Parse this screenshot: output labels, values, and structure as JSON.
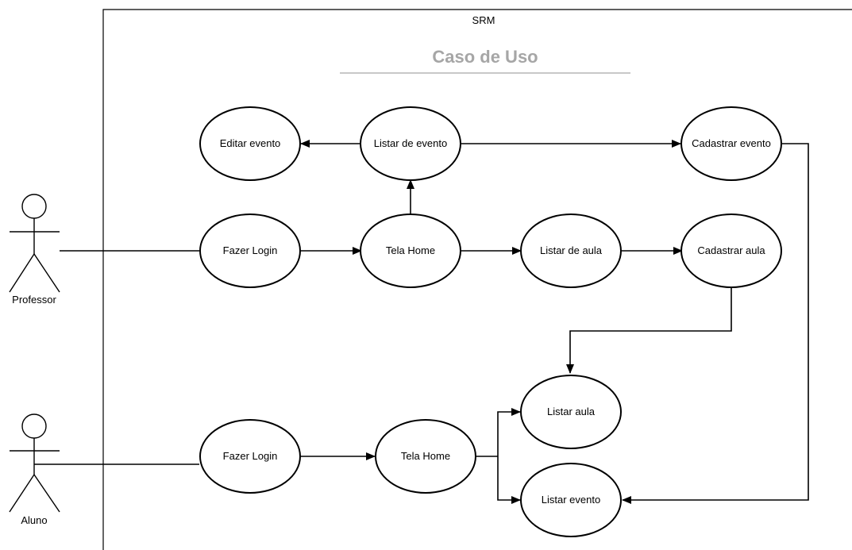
{
  "system": {
    "name": "SRM",
    "title": "Caso de Uso"
  },
  "actors": {
    "professor": "Professor",
    "aluno": "Aluno"
  },
  "use_cases": {
    "editar_evento": "Editar evento",
    "listar_de_evento": "Listar de evento",
    "cadastrar_evento": "Cadastrar evento",
    "fazer_login_prof": "Fazer Login",
    "tela_home_prof": "Tela Home",
    "listar_de_aula": "Listar de aula",
    "cadastrar_aula": "Cadastrar aula",
    "listar_aula": "Listar aula",
    "fazer_login_aluno": "Fazer Login",
    "tela_home_aluno": "Tela Home",
    "listar_evento": "Listar evento"
  }
}
